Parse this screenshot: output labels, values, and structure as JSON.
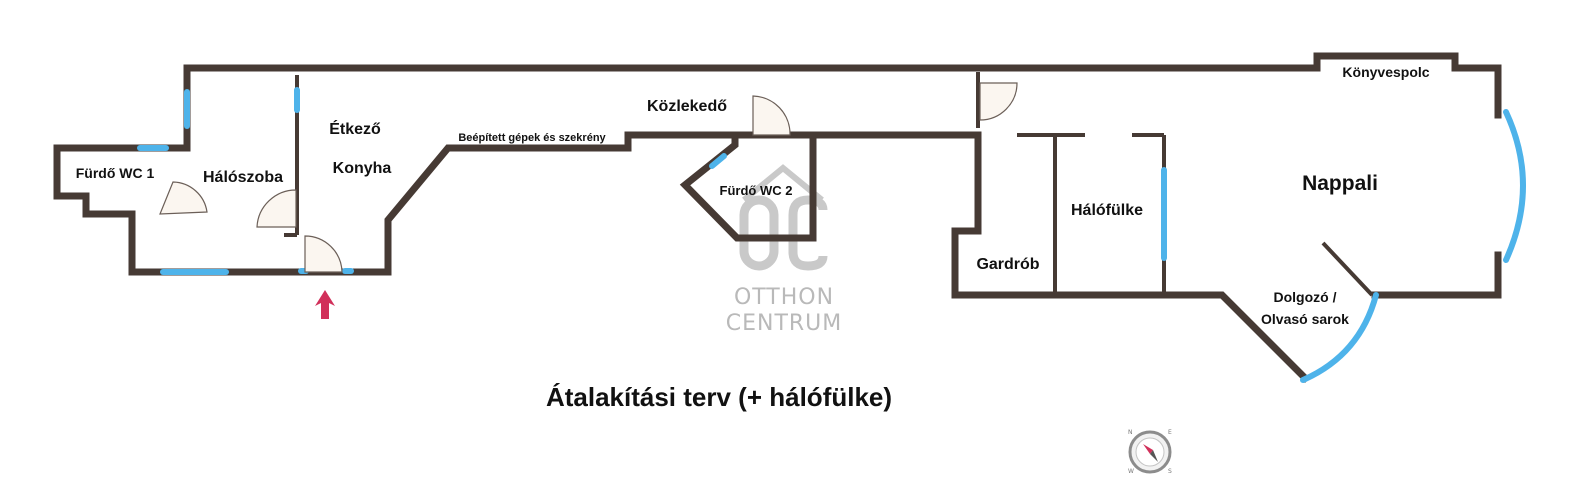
{
  "title": "Átalakítási terv (+ hálófülke)",
  "watermark": {
    "line1": "OTTHON",
    "line2": "CENTRUM"
  },
  "rooms": {
    "furdo_wc1": "Fürdő WC 1",
    "haloszoba": "Hálószoba",
    "etkezo": "Étkező",
    "konyha": "Konyha",
    "beepitett": "Beépített gépek és szekrény",
    "kozlekedo": "Közlekedő",
    "furdo_wc2": "Fürdő WC 2",
    "konyvespolc": "Könyvespolc",
    "nappali": "Nappali",
    "halofulke": "Hálófülke",
    "gardrob": "Gardrób",
    "dolgozo_line1": "Dolgozó /",
    "dolgozo_line2": "Olvasó sarok"
  },
  "colors": {
    "wall": "#463a34",
    "window": "#4eb3ea",
    "entrance_arrow": "#d1305a",
    "door_fill": "#fbf6f0"
  },
  "icons": [
    "entrance-arrow-icon",
    "compass-icon",
    "otthon-centrum-logo"
  ]
}
